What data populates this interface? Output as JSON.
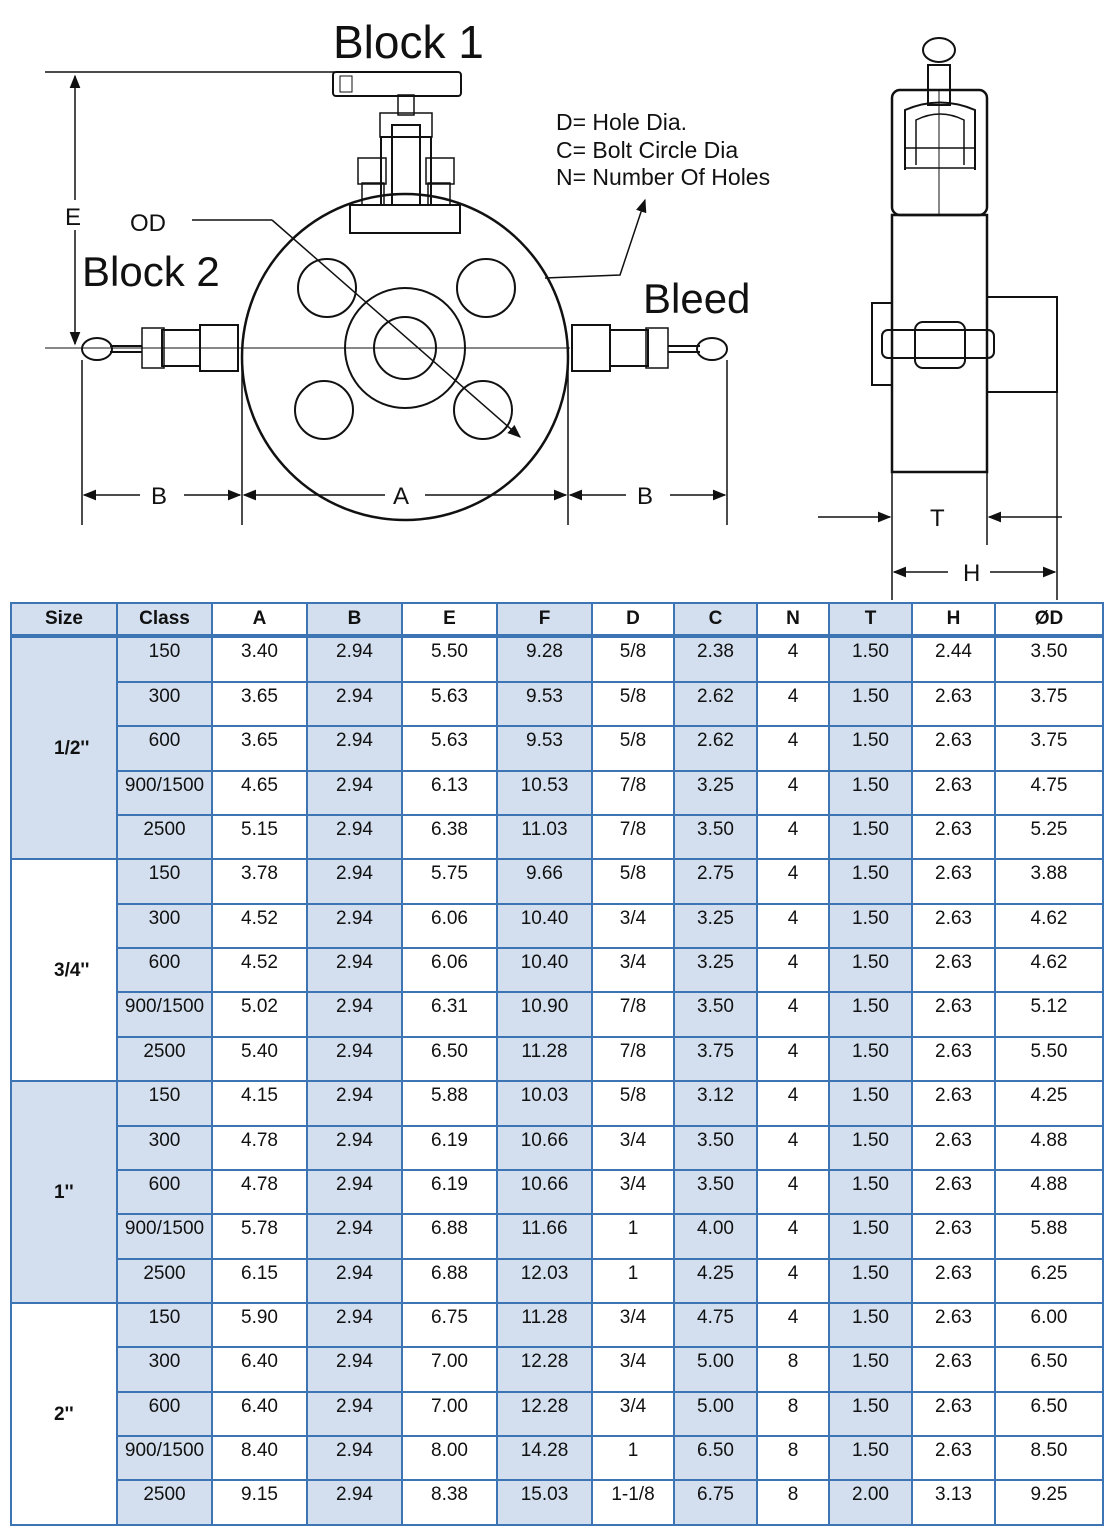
{
  "labels": {
    "block1": "Block 1",
    "block2": "Block 2",
    "bleed": "Bleed",
    "od": "OD",
    "e": "E",
    "a": "A",
    "b_left": "B",
    "b_right": "B",
    "t": "T",
    "h": "H",
    "legend": [
      "D= Hole Dia.",
      "C= Bolt Circle Dia",
      "N= Number Of Holes"
    ]
  },
  "colors": {
    "border": "#3d74b4",
    "shade": "#d3dfee"
  },
  "table": {
    "headers": [
      "Size",
      "Class",
      "A",
      "B",
      "E",
      "F",
      "D",
      "C",
      "N",
      "T",
      "H",
      "ØD"
    ],
    "groups": [
      {
        "size": "1/2''",
        "rows": [
          [
            "150",
            "3.40",
            "2.94",
            "5.50",
            "9.28",
            "5/8",
            "2.38",
            "4",
            "1.50",
            "2.44",
            "3.50"
          ],
          [
            "300",
            "3.65",
            "2.94",
            "5.63",
            "9.53",
            "5/8",
            "2.62",
            "4",
            "1.50",
            "2.63",
            "3.75"
          ],
          [
            "600",
            "3.65",
            "2.94",
            "5.63",
            "9.53",
            "5/8",
            "2.62",
            "4",
            "1.50",
            "2.63",
            "3.75"
          ],
          [
            "900/1500",
            "4.65",
            "2.94",
            "6.13",
            "10.53",
            "7/8",
            "3.25",
            "4",
            "1.50",
            "2.63",
            "4.75"
          ],
          [
            "2500",
            "5.15",
            "2.94",
            "6.38",
            "11.03",
            "7/8",
            "3.50",
            "4",
            "1.50",
            "2.63",
            "5.25"
          ]
        ]
      },
      {
        "size": "3/4''",
        "rows": [
          [
            "150",
            "3.78",
            "2.94",
            "5.75",
            "9.66",
            "5/8",
            "2.75",
            "4",
            "1.50",
            "2.63",
            "3.88"
          ],
          [
            "300",
            "4.52",
            "2.94",
            "6.06",
            "10.40",
            "3/4",
            "3.25",
            "4",
            "1.50",
            "2.63",
            "4.62"
          ],
          [
            "600",
            "4.52",
            "2.94",
            "6.06",
            "10.40",
            "3/4",
            "3.25",
            "4",
            "1.50",
            "2.63",
            "4.62"
          ],
          [
            "900/1500",
            "5.02",
            "2.94",
            "6.31",
            "10.90",
            "7/8",
            "3.50",
            "4",
            "1.50",
            "2.63",
            "5.12"
          ],
          [
            "2500",
            "5.40",
            "2.94",
            "6.50",
            "11.28",
            "7/8",
            "3.75",
            "4",
            "1.50",
            "2.63",
            "5.50"
          ]
        ]
      },
      {
        "size": "1''",
        "rows": [
          [
            "150",
            "4.15",
            "2.94",
            "5.88",
            "10.03",
            "5/8",
            "3.12",
            "4",
            "1.50",
            "2.63",
            "4.25"
          ],
          [
            "300",
            "4.78",
            "2.94",
            "6.19",
            "10.66",
            "3/4",
            "3.50",
            "4",
            "1.50",
            "2.63",
            "4.88"
          ],
          [
            "600",
            "4.78",
            "2.94",
            "6.19",
            "10.66",
            "3/4",
            "3.50",
            "4",
            "1.50",
            "2.63",
            "4.88"
          ],
          [
            "900/1500",
            "5.78",
            "2.94",
            "6.88",
            "11.66",
            "1",
            "4.00",
            "4",
            "1.50",
            "2.63",
            "5.88"
          ],
          [
            "2500",
            "6.15",
            "2.94",
            "6.88",
            "12.03",
            "1",
            "4.25",
            "4",
            "1.50",
            "2.63",
            "6.25"
          ]
        ]
      },
      {
        "size": "2''",
        "rows": [
          [
            "150",
            "5.90",
            "2.94",
            "6.75",
            "11.28",
            "3/4",
            "4.75",
            "4",
            "1.50",
            "2.63",
            "6.00"
          ],
          [
            "300",
            "6.40",
            "2.94",
            "7.00",
            "12.28",
            "3/4",
            "5.00",
            "8",
            "1.50",
            "2.63",
            "6.50"
          ],
          [
            "600",
            "6.40",
            "2.94",
            "7.00",
            "12.28",
            "3/4",
            "5.00",
            "8",
            "1.50",
            "2.63",
            "6.50"
          ],
          [
            "900/1500",
            "8.40",
            "2.94",
            "8.00",
            "14.28",
            "1",
            "6.50",
            "8",
            "1.50",
            "2.63",
            "8.50"
          ],
          [
            "2500",
            "9.15",
            "2.94",
            "8.38",
            "15.03",
            "1-1/8",
            "6.75",
            "8",
            "2.00",
            "3.13",
            "9.25"
          ]
        ]
      }
    ]
  }
}
